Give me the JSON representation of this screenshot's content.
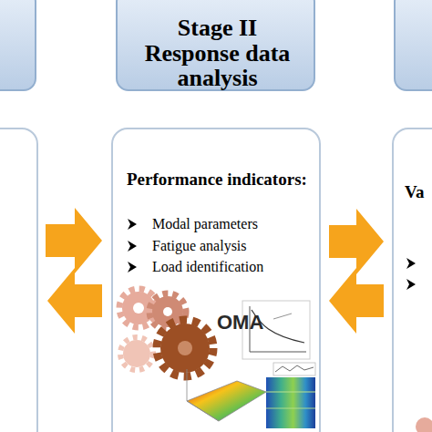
{
  "diagram": {
    "nodes": [
      {
        "text": [
          "Stage II",
          "Response data analysis"
        ]
      },
      {
        "text": [
          "Performance indicators:",
          "Modal parameters",
          "Fatigue analysis",
          "Load identification",
          "OMA"
        ]
      },
      {
        "text": [
          "Va"
        ]
      }
    ],
    "edges": [
      {
        "from": 1,
        "to": 2,
        "arrow": "to"
      },
      {
        "from": 2,
        "to": 1,
        "arrow": "to"
      }
    ]
  }
}
